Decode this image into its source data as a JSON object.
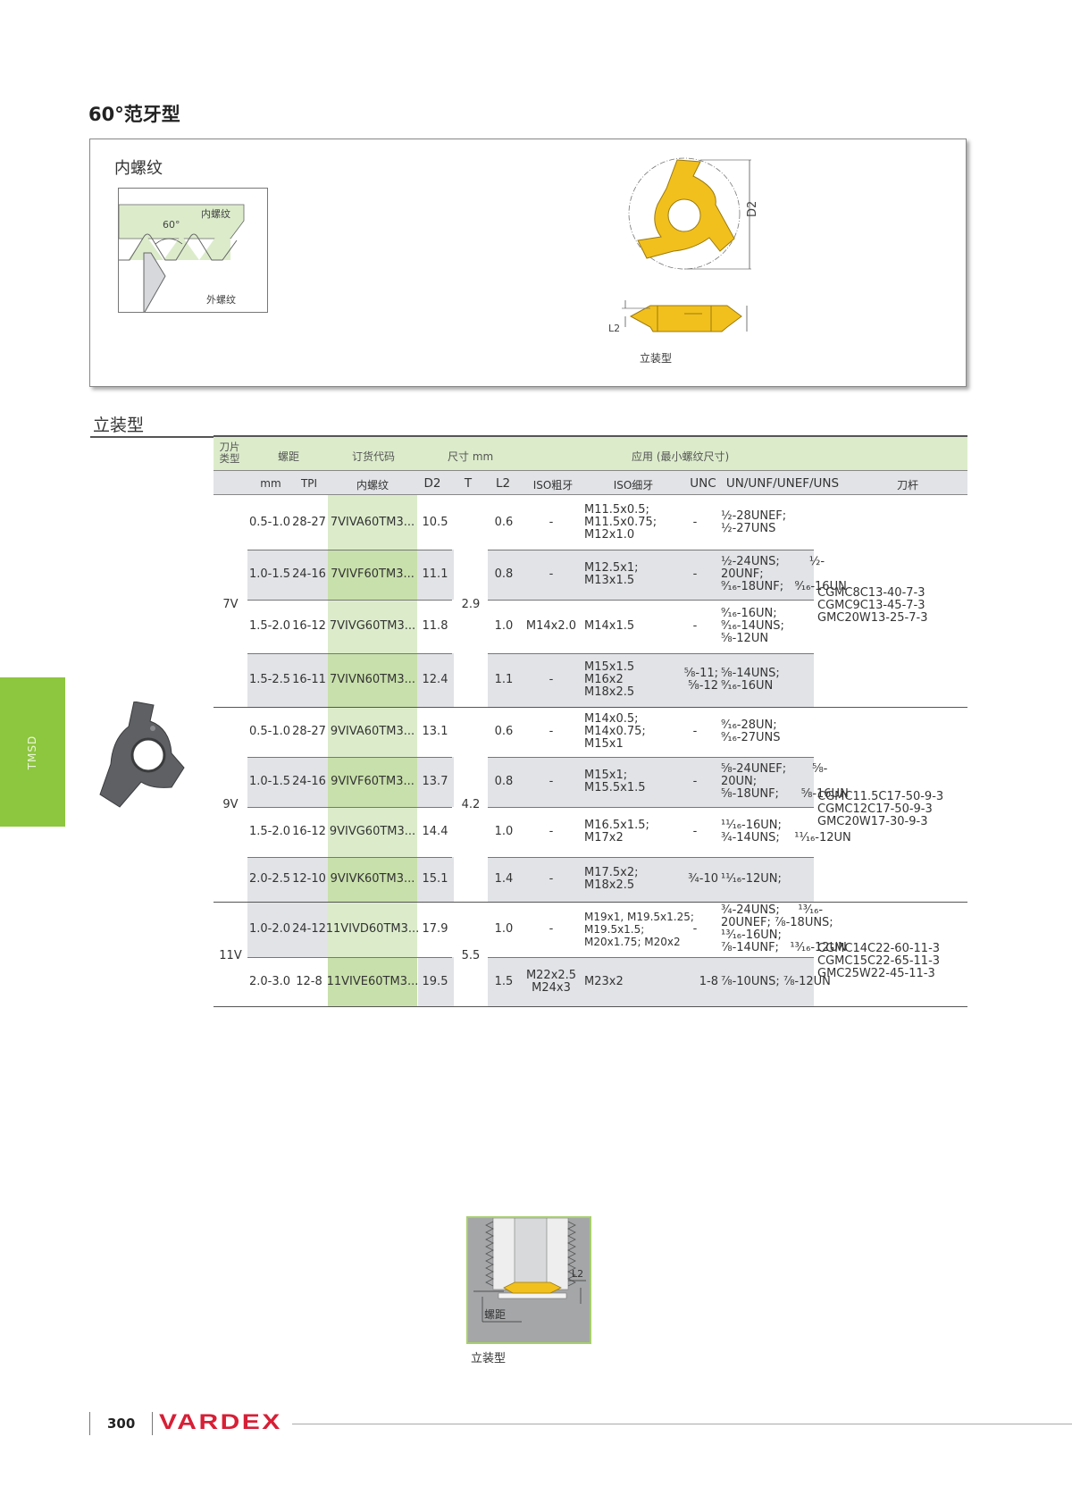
{
  "page": {
    "title": "60°范牙型",
    "section_title": "立装型",
    "side_tab": "TMSD",
    "page_number": "300",
    "brand": "VARDEX",
    "brand_color": "#d71f36",
    "accent_green": "#8dc63f"
  },
  "diagram": {
    "box_label": "内螺纹",
    "thread_fig": {
      "angle": "60°",
      "internal_label": "内螺纹",
      "external_label": "外螺纹"
    },
    "insert_fig": {
      "d2_label": "D2",
      "l2_label": "L2",
      "caption": "立装型"
    }
  },
  "bottom_figure": {
    "pitch_label": "螺距",
    "l2_label": "L2",
    "caption": "立装型"
  },
  "table": {
    "group_headers": {
      "insert_type": "刀片类型",
      "pitch": "螺距",
      "order_code": "订货代码",
      "dimensions": "尺寸 mm",
      "application": "应用 (最小螺纹尺寸)"
    },
    "columns": {
      "mm": "mm",
      "tpi": "TPI",
      "internal": "内螺纹",
      "d2": "D2",
      "t": "T",
      "l2": "L2",
      "iso_coarse": "ISO粗牙",
      "iso_fine": "ISO细牙",
      "unc": "UNC",
      "un": "UN/UNF/UNEF/UNS",
      "holder": "刀杆"
    },
    "groups": [
      {
        "type": "7V",
        "t": "2.9",
        "holders": [
          "CGMC8C13-40-7-3",
          "CGMC9C13-45-7-3",
          "GMC20W13-25-7-3"
        ],
        "rows": [
          {
            "mm": "0.5-1.0",
            "tpi": "28-27",
            "code": "7VIVA60TM3...",
            "d2": "10.5",
            "l2": "0.6",
            "iso_coarse": "-",
            "iso_fine": [
              "M11.5x0.5;",
              "M11.5x0.75;",
              "M12x1.0"
            ],
            "unc": [
              "-"
            ],
            "un": [
              "½-28UNEF;",
              "½-27UNS"
            ]
          },
          {
            "mm": "1.0-1.5",
            "tpi": "24-16",
            "code": "7VIVF60TM3...",
            "d2": "11.1",
            "l2": "0.8",
            "iso_coarse": "-",
            "iso_fine": [
              "M12.5x1;",
              "M13x1.5"
            ],
            "unc": [
              "-"
            ],
            "un": [
              "½-24UNS;        ½-",
              "20UNF;",
              "⁹⁄₁₆-18UNF;   ⁹⁄₁₆-16UN"
            ]
          },
          {
            "mm": "1.5-2.0",
            "tpi": "16-12",
            "code": "7VIVG60TM3...",
            "d2": "11.8",
            "l2": "1.0",
            "iso_coarse": "M14x2.0",
            "iso_fine": [
              "M14x1.5"
            ],
            "unc": [
              "-"
            ],
            "un": [
              "⁹⁄₁₆-16UN;",
              "⁹⁄₁₆-14UNS;",
              "⅝-12UN"
            ]
          },
          {
            "mm": "1.5-2.5",
            "tpi": "16-11",
            "code": "7VIVN60TM3...",
            "d2": "12.4",
            "l2": "1.1",
            "iso_coarse": "-",
            "iso_fine": [
              "M15x1.5",
              "M16x2",
              "M18x2.5"
            ],
            "unc": [
              "⅝-11;",
              "⅝-12"
            ],
            "un": [
              "⅝-14UNS;",
              "⁹⁄₁₆-16UN"
            ]
          }
        ]
      },
      {
        "type": "9V",
        "t": "4.2",
        "holders": [
          "CGMC11.5C17-50-9-3",
          "CGMC12C17-50-9-3",
          "GMC20W17-30-9-3"
        ],
        "rows": [
          {
            "mm": "0.5-1.0",
            "tpi": "28-27",
            "code": "9VIVA60TM3...",
            "d2": "13.1",
            "l2": "0.6",
            "iso_coarse": "-",
            "iso_fine": [
              "M14x0.5;",
              "M14x0.75;",
              "M15x1"
            ],
            "unc": [
              "-"
            ],
            "un": [
              "⁹⁄₁₆-28UN;",
              "⁹⁄₁₆-27UNS"
            ]
          },
          {
            "mm": "1.0-1.5",
            "tpi": "24-16",
            "code": "9VIVF60TM3...",
            "d2": "13.7",
            "l2": "0.8",
            "iso_coarse": "-",
            "iso_fine": [
              "M15x1;",
              "M15.5x1.5"
            ],
            "unc": [
              "-"
            ],
            "un": [
              "⅝-24UNEF;       ⅝-",
              "20UN;",
              "⅝-18UNF;      ⅝-16UN"
            ]
          },
          {
            "mm": "1.5-2.0",
            "tpi": "16-12",
            "code": "9VIVG60TM3...",
            "d2": "14.4",
            "l2": "1.0",
            "iso_coarse": "-",
            "iso_fine": [
              "M16.5x1.5;",
              "M17x2"
            ],
            "unc": [
              "-"
            ],
            "un": [
              "¹¹⁄₁₆-16UN;",
              "¾-14UNS;    ¹¹⁄₁₆-12UN"
            ]
          },
          {
            "mm": "2.0-2.5",
            "tpi": "12-10",
            "code": "9VIVK60TM3...",
            "d2": "15.1",
            "l2": "1.4",
            "iso_coarse": "-",
            "iso_fine": [
              "M17.5x2;",
              "M18x2.5"
            ],
            "unc": [
              "¾-10"
            ],
            "un": [
              "¹¹⁄₁₆-12UN;"
            ]
          }
        ]
      },
      {
        "type": "11V",
        "t": "5.5",
        "holders": [
          "CGMC14C22-60-11-3",
          "CGMC15C22-65-11-3",
          "GMC25W22-45-11-3"
        ],
        "rows": [
          {
            "mm": "1.0-2.0",
            "tpi": "24-12",
            "code": "11VIVD60TM3...",
            "d2": "17.9",
            "l2": "1.0",
            "iso_coarse": "-",
            "iso_fine": [
              "M19x1, M19.5x1.25;",
              "M19.5x1.5;",
              "M20x1.75; M20x2"
            ],
            "unc": [
              "-"
            ],
            "un": [
              "¾-24UNS;     ¹³⁄₁₆-",
              "20UNEF; ⅞-18UNS;",
              "¹³⁄₁₆-16UN;",
              "⅞-14UNF;   ¹³⁄₁₆-12UN"
            ]
          },
          {
            "mm": "2.0-3.0",
            "tpi": "12-8",
            "code": "11VIVE60TM3...",
            "d2": "19.5",
            "l2": "1.5",
            "iso_coarse": "M22x2.5 M24x3",
            "iso_fine": [
              "M23x2"
            ],
            "unc": [
              "1-8"
            ],
            "un": [
              "⅞-10UNS; ⅞-12UN"
            ]
          }
        ]
      }
    ]
  }
}
